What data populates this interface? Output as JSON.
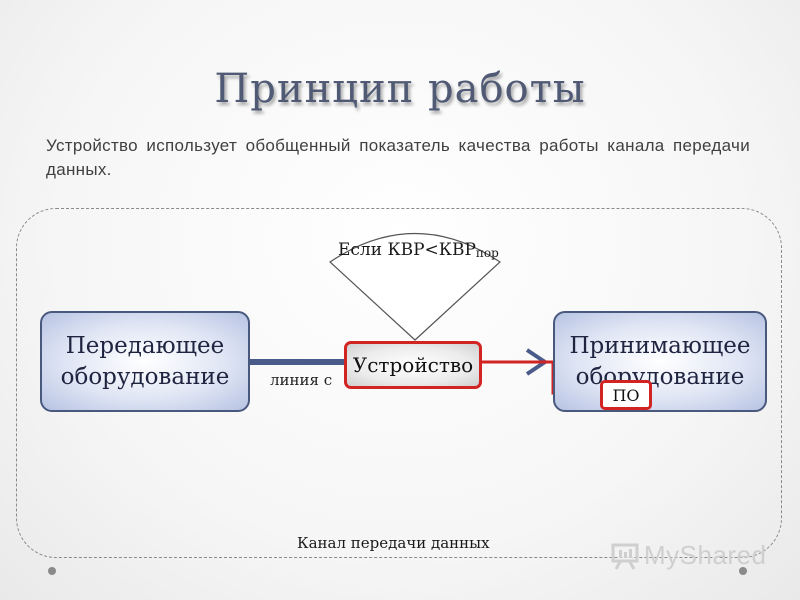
{
  "slide": {
    "title": "Принцип работы",
    "subtitle": "Устройство использует обобщенный показатель качества работы канала передачи данных."
  },
  "diagram": {
    "transmitter": {
      "line1": "Передающее",
      "line2": "оборудование"
    },
    "receiver": {
      "line1": "Принимающее",
      "line2": "оборудование"
    },
    "device": "Устройство",
    "software": "ПО",
    "line_label": "линия с",
    "condition": {
      "text": "Если КВР<КВР",
      "subscript": "пор"
    },
    "channel_label": "Канал передачи данных"
  },
  "watermark": {
    "text": "MyShared"
  },
  "colors": {
    "title": "#505a74",
    "box_border": "#49597d",
    "highlight": "#d32424",
    "link": "#4a5a8a"
  }
}
